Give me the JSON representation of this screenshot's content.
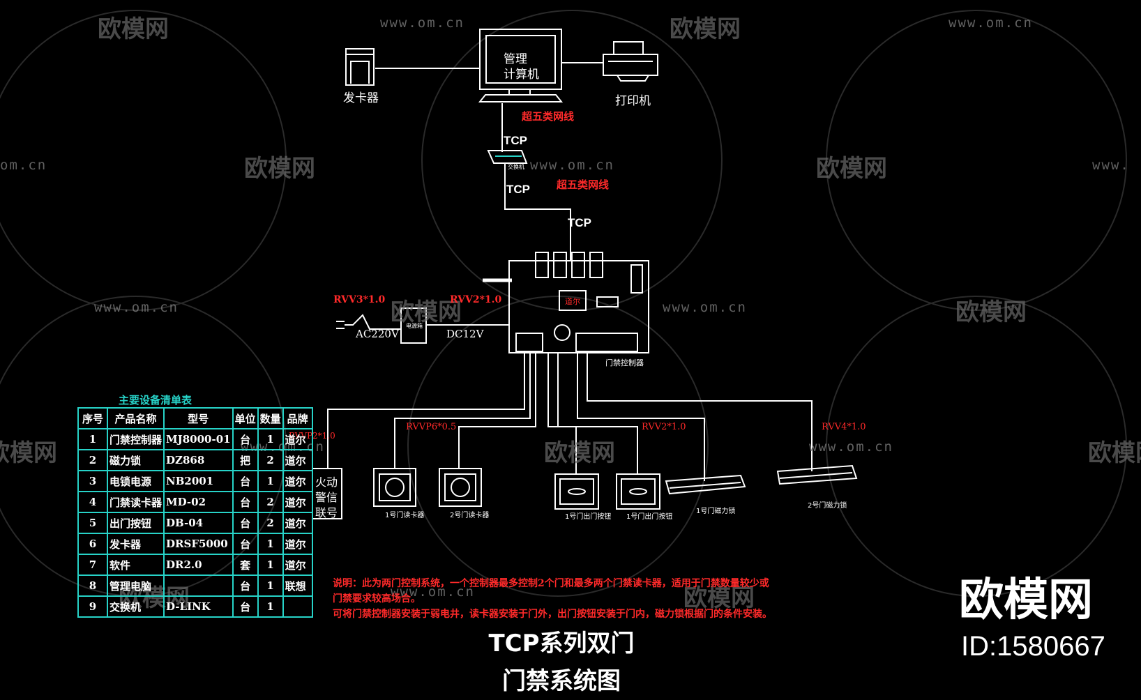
{
  "watermark": {
    "logo": "欧模网",
    "url": "www.om.cn",
    "url_short": "om.cn",
    "url_cut": "www.",
    "logo_cut": "欧模网"
  },
  "top": {
    "computer": [
      "管理",
      "计算机"
    ],
    "card_issuer": "发卡器",
    "printer": "打印机",
    "cable1": "超五类网线",
    "cable2": "超五类网线",
    "tcp1": "TCP",
    "tcp2": "TCP",
    "tcp3": "TCP",
    "switch": "交换机"
  },
  "controller": {
    "label": "门禁控制器",
    "brand_mark": "道尔",
    "power_in": "AC220V",
    "power_out": "DC12V",
    "cable_left": "RVV3*1.0",
    "cable_right": "RVV2*1.0",
    "psu": "电源箱"
  },
  "devices": {
    "fire": [
      "火动",
      "警信",
      "联号"
    ],
    "cable_fire": "RVVP2*1.0",
    "cable_reader": "RVVP6*0.5",
    "cable_button": "RVV2*1.0",
    "cable_lock": "RVV4*1.0",
    "reader1": "1号门读卡器",
    "reader2": "2号门读卡器",
    "button1": "1号门出门按钮",
    "button2": "1号门出门按钮",
    "lock1": "1号门磁力锁",
    "lock2": "2号门磁力锁"
  },
  "table": {
    "title": "主要设备清单表",
    "headers": [
      "序号",
      "产品名称",
      "型号",
      "单位",
      "数量",
      "品牌"
    ],
    "rows": [
      [
        "1",
        "门禁控制器",
        "MJ8000-01",
        "台",
        "1",
        "道尔"
      ],
      [
        "2",
        "磁力锁",
        "DZ868",
        "把",
        "2",
        "道尔"
      ],
      [
        "3",
        "电锁电源",
        "NB2001",
        "台",
        "1",
        "道尔"
      ],
      [
        "4",
        "门禁读卡器",
        "MD-02",
        "台",
        "2",
        "道尔"
      ],
      [
        "5",
        "出门按钮",
        "DB-04",
        "台",
        "2",
        "道尔"
      ],
      [
        "6",
        "发卡器",
        "DRSF5000",
        "台",
        "1",
        "道尔"
      ],
      [
        "7",
        "软件",
        "DR2.0",
        "套",
        "1",
        "道尔"
      ],
      [
        "8",
        "管理电脑",
        "",
        "台",
        "1",
        "联想"
      ],
      [
        "9",
        "交换机",
        "D-LINK",
        "台",
        "1",
        ""
      ]
    ]
  },
  "note": [
    "说明：此为两门控制系统，一个控制器最多控制2个门和最多两个门禁读卡器，适用于门禁数量较少或",
    "门禁要求较高场合。",
    "可将门禁控制器安装于弱电井，读卡器安装于门外，出门按钮安装于门内，磁力锁根据门的条件安装。"
  ],
  "title": [
    "TCP系列双门",
    "门禁系统图"
  ],
  "brand": {
    "name": "欧模网",
    "id": "ID:1580667"
  },
  "colors": {
    "wire": "#ffffff",
    "red": "#ff2a2a",
    "table": "#27d3c8",
    "bg": "#000000"
  }
}
